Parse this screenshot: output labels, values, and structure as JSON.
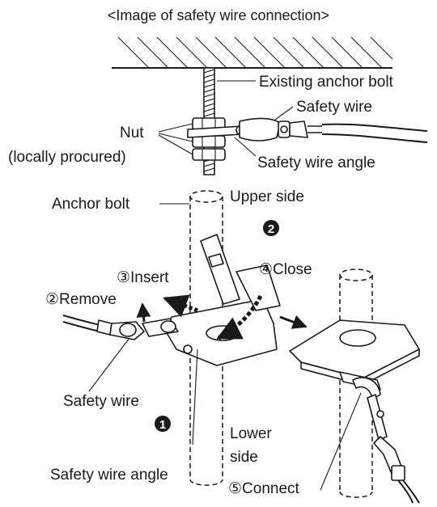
{
  "title": "<Image of safety wire connection>",
  "labels": {
    "existing_anchor_bolt": "Existing anchor bolt",
    "safety_wire_top": "Safety wire",
    "nut": "Nut",
    "locally_procured": "(locally procured)",
    "safety_wire_angle_top": "Safety wire angle",
    "anchor_bolt": "Anchor bolt",
    "upper_side": "Upper side",
    "insert": "③Insert",
    "remove": "②Remove",
    "close": "④Close",
    "safety_wire_bottom": "Safety wire",
    "lower": "Lower",
    "side": "side",
    "safety_wire_angle_bottom": "Safety wire angle",
    "connect": "⑤Connect"
  },
  "markers": {
    "one": "1",
    "two": "2"
  }
}
